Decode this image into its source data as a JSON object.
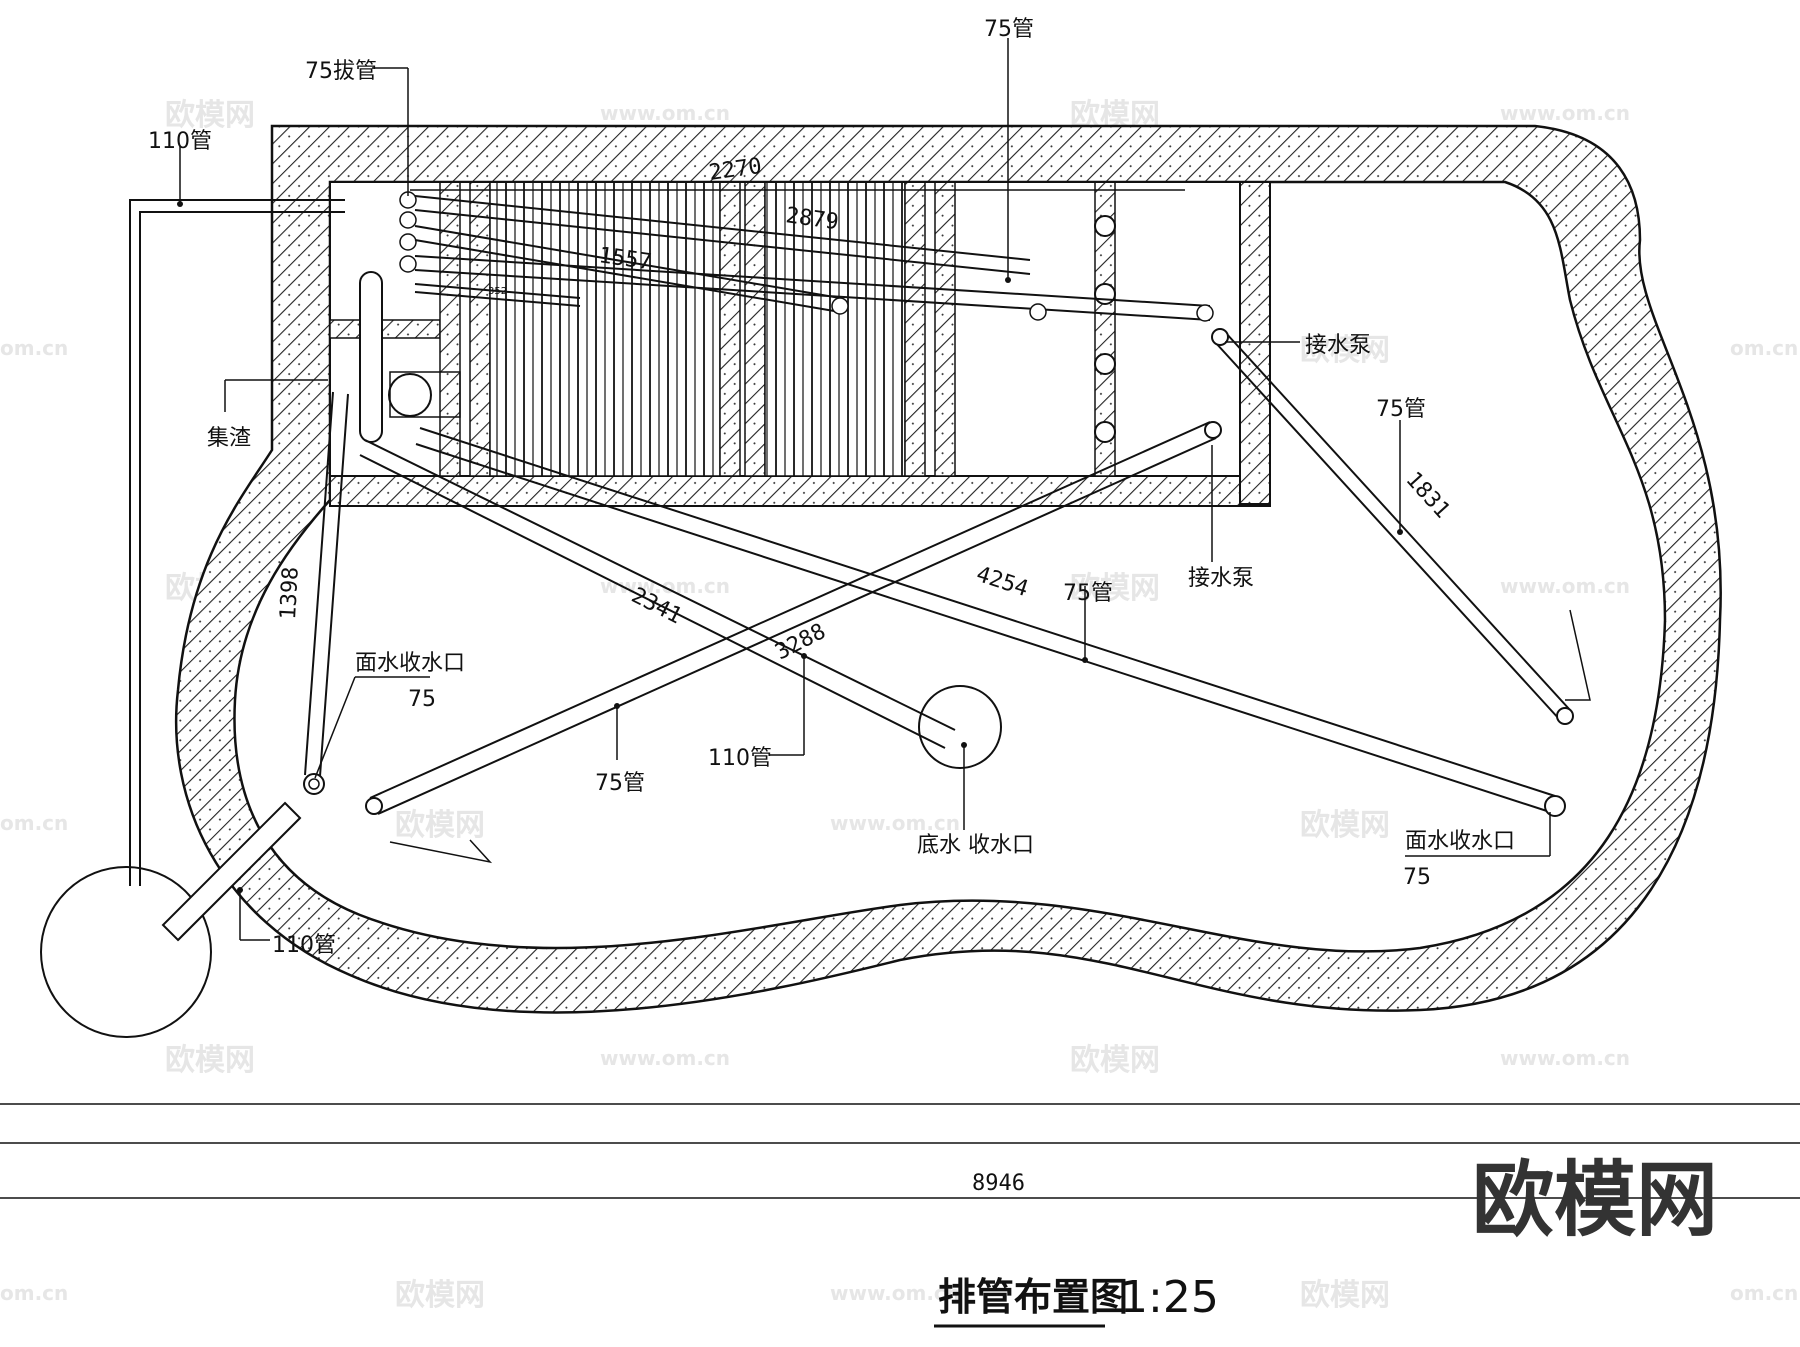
{
  "labels": {
    "pipe75_top": "75管",
    "pipe75_pull": "75拔管",
    "pipe110_left": "110管",
    "slag": "集渣",
    "pump_right": "接水泵",
    "pump_mid": "接水泵",
    "pipe75_right": "75管",
    "skimmer_left": "面水收水口",
    "skimmer_left_size": "75",
    "pipe75_center": "75管",
    "pipe75_bottom_left": "75管",
    "pipe110_center": "110管",
    "bottom_drain": "底水 收水口",
    "skimmer_right": "面水收水口",
    "skimmer_right_size": "75",
    "pipe110_bottom": "110管"
  },
  "dimensions": {
    "d2270": "2270",
    "d2879": "2879",
    "d1557": "1557",
    "d352": "352",
    "d1398": "1398",
    "d2341": "2341",
    "d3288": "3288",
    "d4254": "4254",
    "d1831": "1831",
    "overall": "8946"
  },
  "title": {
    "name": "排管布置图",
    "scale": "1:25"
  },
  "watermark": {
    "brand": "欧模网",
    "url": "www.om.cn",
    "url_short": "om.cn"
  },
  "logo": "欧模网"
}
